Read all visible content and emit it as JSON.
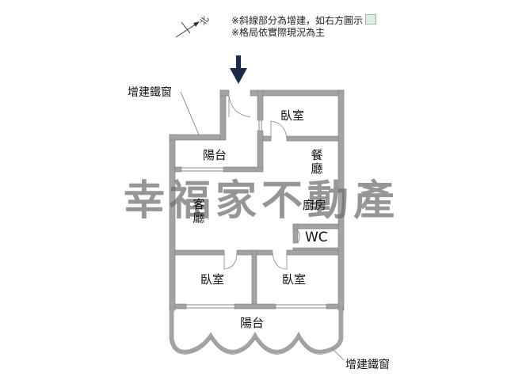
{
  "notes": {
    "line1": "※斜線部分為增建，如右方圖示",
    "line2": "※格局依實際現況為主"
  },
  "compass": {
    "label": "北",
    "icon": "north-arrow"
  },
  "entrance": {
    "icon": "entrance-arrow",
    "color": "#1c2a4a"
  },
  "rooms": {
    "bedroom_top": "臥室",
    "balcony_top": "陽台",
    "dining": "餐廳",
    "living": "客廳",
    "kitchen": "廚房",
    "wc": "WC",
    "bedroom_left": "臥室",
    "bedroom_right": "臥室",
    "balcony_bottom": "陽台"
  },
  "callouts": {
    "top": "增建鐵窗",
    "bottom": "增建鐵窗"
  },
  "watermark": "幸福家不動產",
  "colors": {
    "wall": "#a3a3a3",
    "wall_edge": "#7d7d7d",
    "legend_fill": "#d9efe2",
    "arrow": "#1c2a4a"
  }
}
